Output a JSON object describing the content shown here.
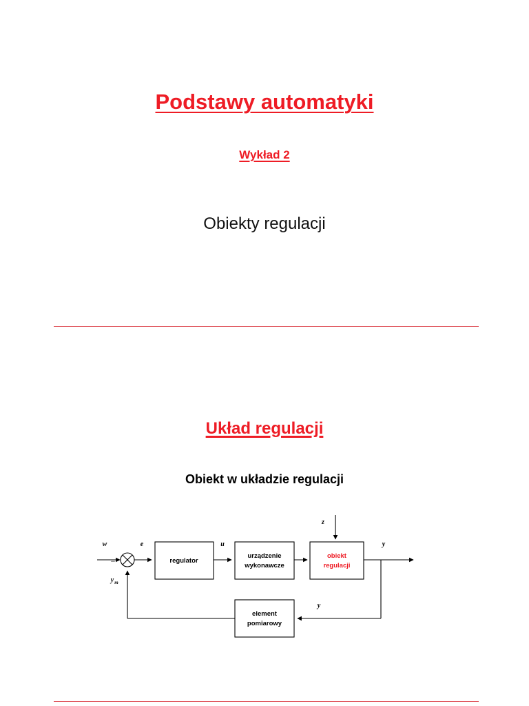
{
  "slide": {
    "title": "Podstawy automatyki",
    "lecture": "Wykład 2",
    "topic": "Obiekty regulacji",
    "section_title": "Układ regulacji",
    "figure_title": "Obiekt w układzie regulacji"
  },
  "colors": {
    "accent_red": "#ee1c25",
    "rule_red": "#e0575f",
    "text_black": "#000000",
    "box_stroke": "#000000"
  },
  "diagram": {
    "name": "control-loop-block-diagram",
    "blocks": [
      {
        "id": "regulator",
        "label_line1": "regulator",
        "label_line2": "",
        "color": "black"
      },
      {
        "id": "urzadzenie-wykonawcze",
        "label_line1": "urządzenie",
        "label_line2": "wykonawcze",
        "color": "black"
      },
      {
        "id": "obiekt-regulacji",
        "label_line1": "obiekt",
        "label_line2": "regulacji",
        "color": "red"
      },
      {
        "id": "element-pomiarowy",
        "label_line1": "element",
        "label_line2": "pomiarowy",
        "color": "black"
      }
    ],
    "signals": [
      {
        "id": "w",
        "label": "w",
        "sub": ""
      },
      {
        "id": "minus",
        "label": "−",
        "sub": ""
      },
      {
        "id": "e",
        "label": "e",
        "sub": ""
      },
      {
        "id": "u",
        "label": "u",
        "sub": ""
      },
      {
        "id": "z",
        "label": "z",
        "sub": ""
      },
      {
        "id": "y-out",
        "label": "y",
        "sub": ""
      },
      {
        "id": "y-feedback",
        "label": "y",
        "sub": ""
      },
      {
        "id": "ym",
        "label": "y",
        "sub": "m"
      }
    ],
    "summing_junction": {
      "id": "summing-junction",
      "symbol": "circle-with-x"
    }
  }
}
